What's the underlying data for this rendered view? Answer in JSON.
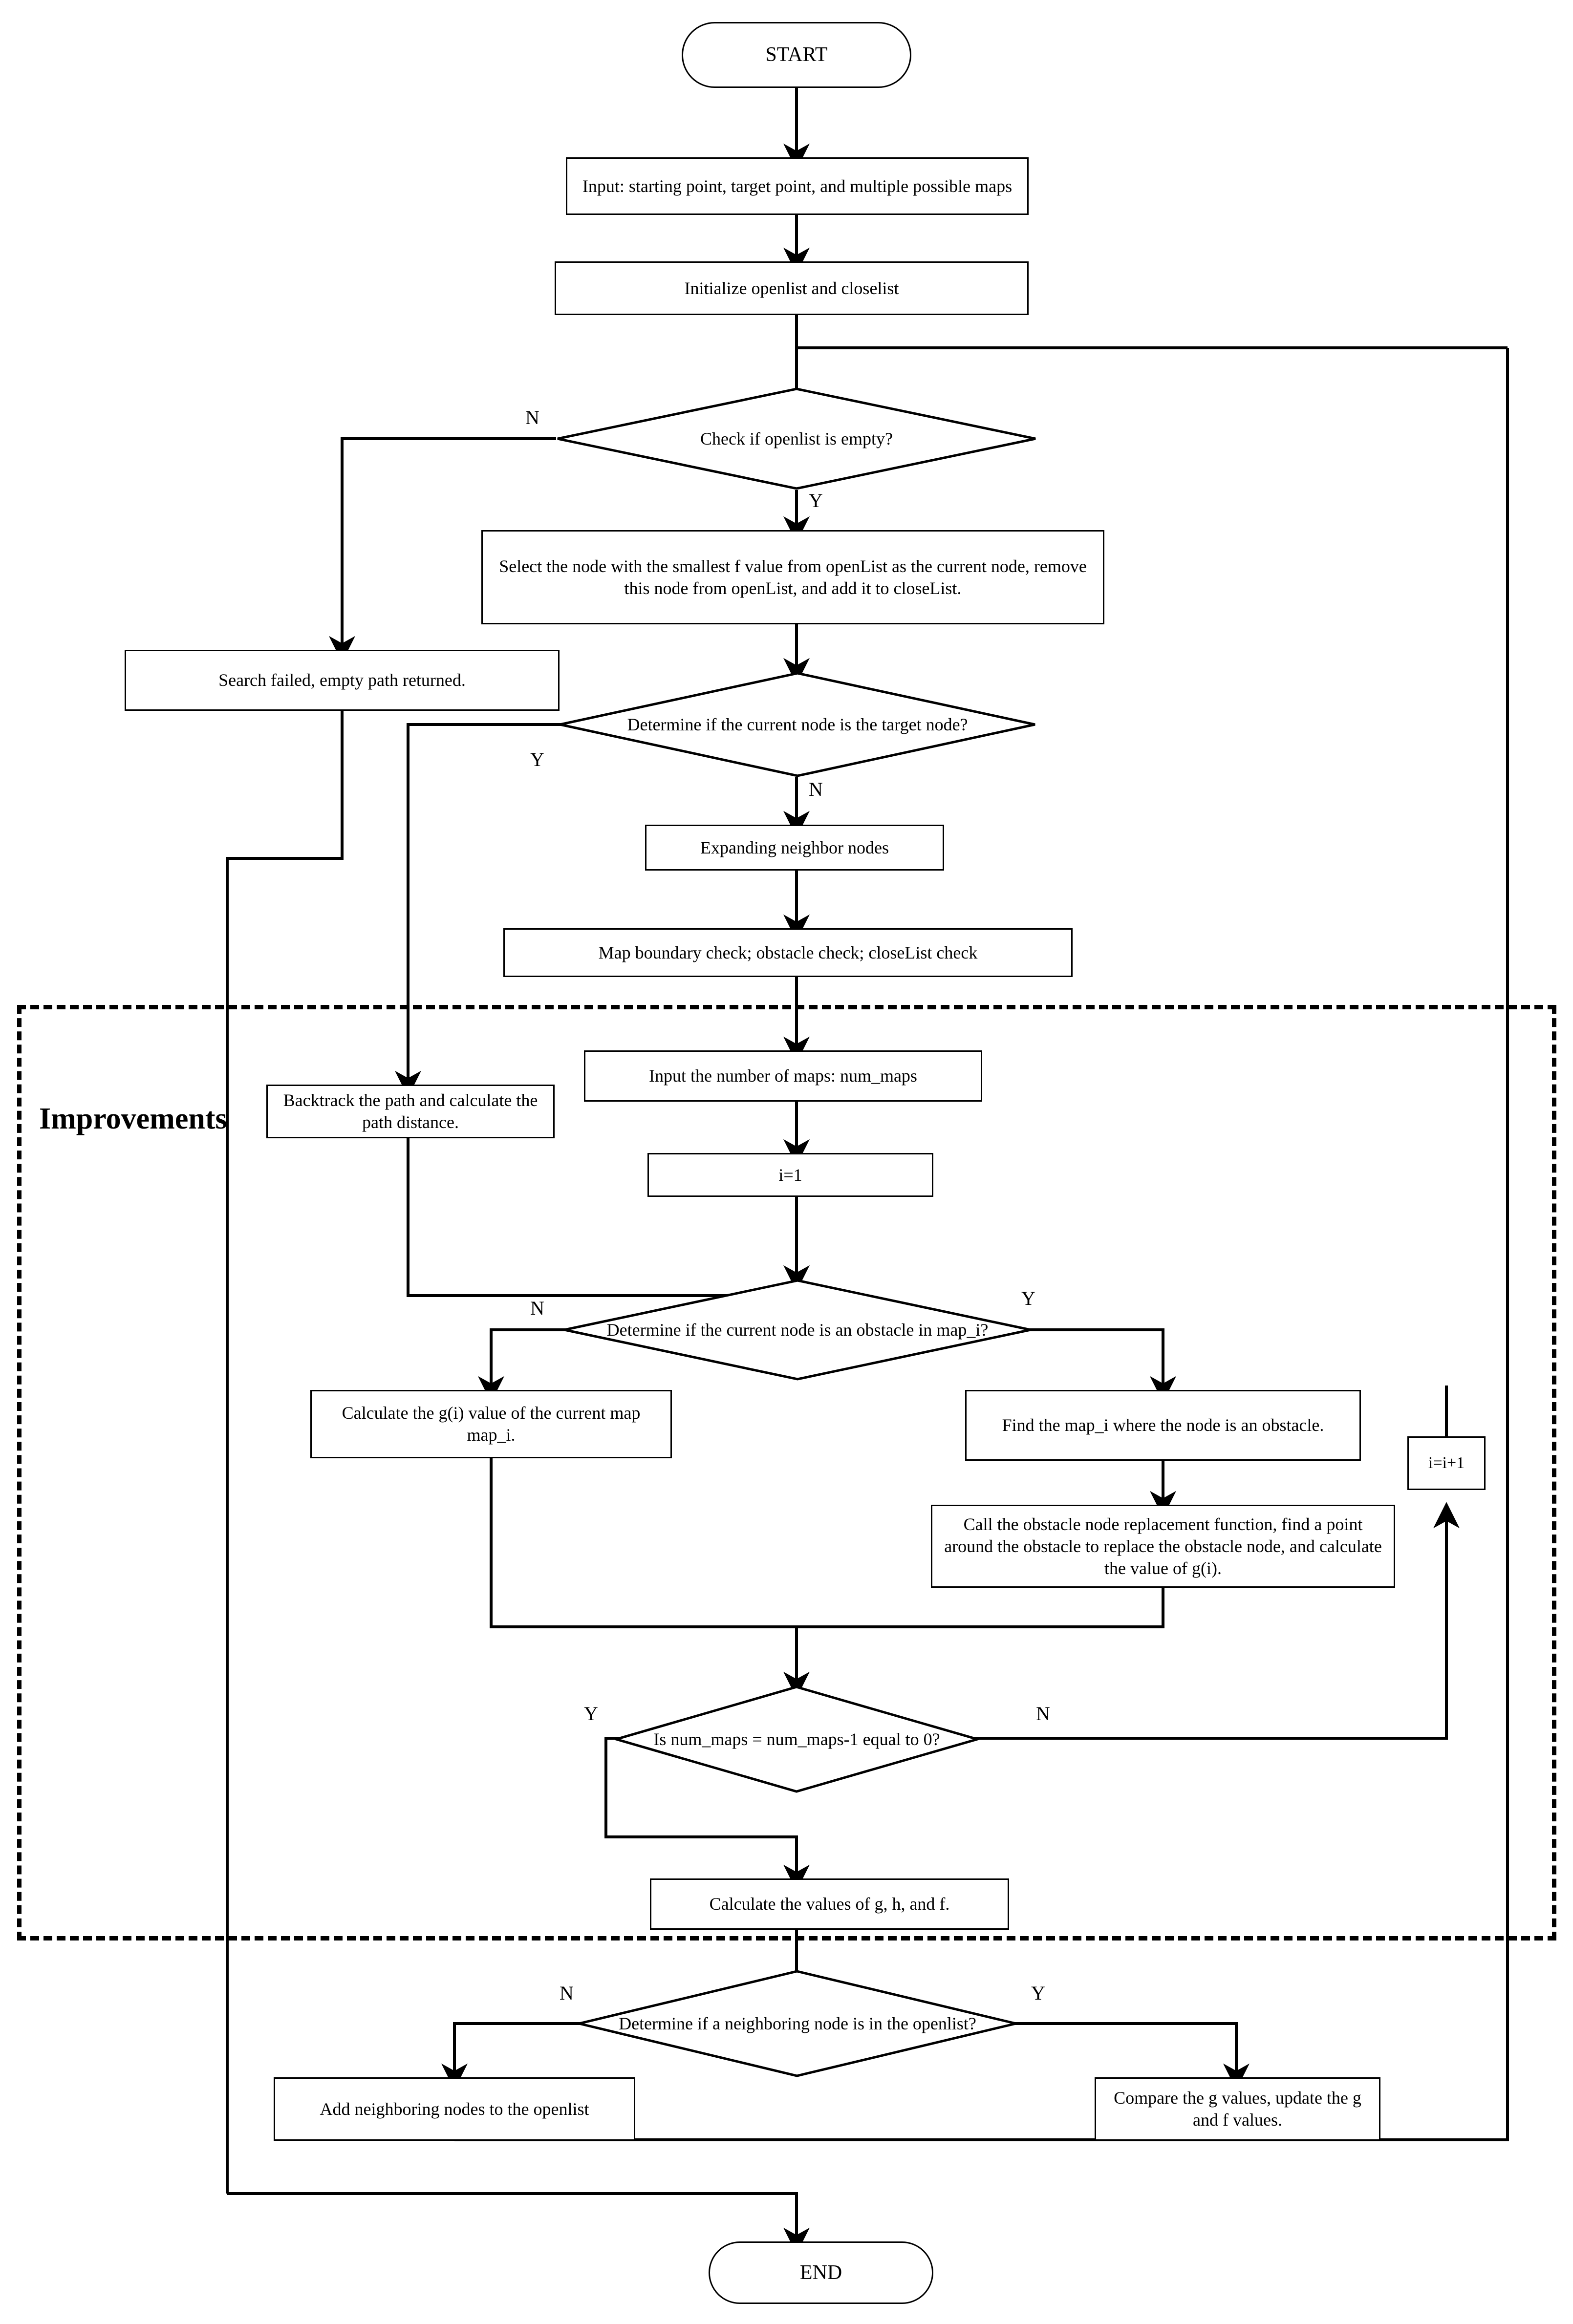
{
  "diagram": {
    "title_label": "Improvements",
    "type": "flowchart",
    "terminals": {
      "start": "START",
      "end": "END"
    },
    "processes": {
      "input_points": "Input: starting point, target point, and multiple possible maps",
      "init_lists": "Initialize openlist and closelist",
      "select_node": "Select the node with the smallest f value from openList as the current node, remove this node from openList, and add it to closeList.",
      "search_failed": "Search failed, empty path returned.",
      "expand_neighbors": "Expanding neighbor nodes",
      "checks": "Map boundary check; obstacle check; closeList check",
      "input_num_maps": "Input the number of maps: num_maps",
      "i_init": "i=1",
      "backtrack": "Backtrack the path and calculate the path distance.",
      "calc_gi": "Calculate the g(i) value of the current map map_i.",
      "find_map": "Find the map_i where the node is an obstacle.",
      "call_replacement": "Call the obstacle node replacement function, find a point around the obstacle to replace the obstacle node, and calculate the value of g(i).",
      "i_increment": "i=i+1",
      "calc_ghf": "Calculate the values of g, h, and f.",
      "add_neighbors": "Add neighboring nodes to the openlist",
      "compare_g": "Compare the g values, update the g and f values."
    },
    "decisions": {
      "openlist_empty": "Check if openlist is empty?",
      "is_target": "Determine if the current node is the target node?",
      "is_obstacle": "Determine if the current node is an obstacle in map_i?",
      "num_maps_zero": "Is num_maps = num_maps-1 equal to 0?",
      "in_openlist": "Determine if a neighboring node is in the openlist?"
    },
    "branch_labels": {
      "openlist_empty_no": "N",
      "openlist_empty_yes": "Y",
      "is_target_yes": "Y",
      "is_target_no": "N",
      "is_obstacle_no": "N",
      "is_obstacle_yes": "Y",
      "num_maps_yes": "Y",
      "num_maps_no": "N",
      "in_openlist_no": "N",
      "in_openlist_yes": "Y"
    },
    "colors": {
      "stroke": "#000000",
      "background": "#ffffff",
      "dashed_region": "#000000"
    }
  }
}
